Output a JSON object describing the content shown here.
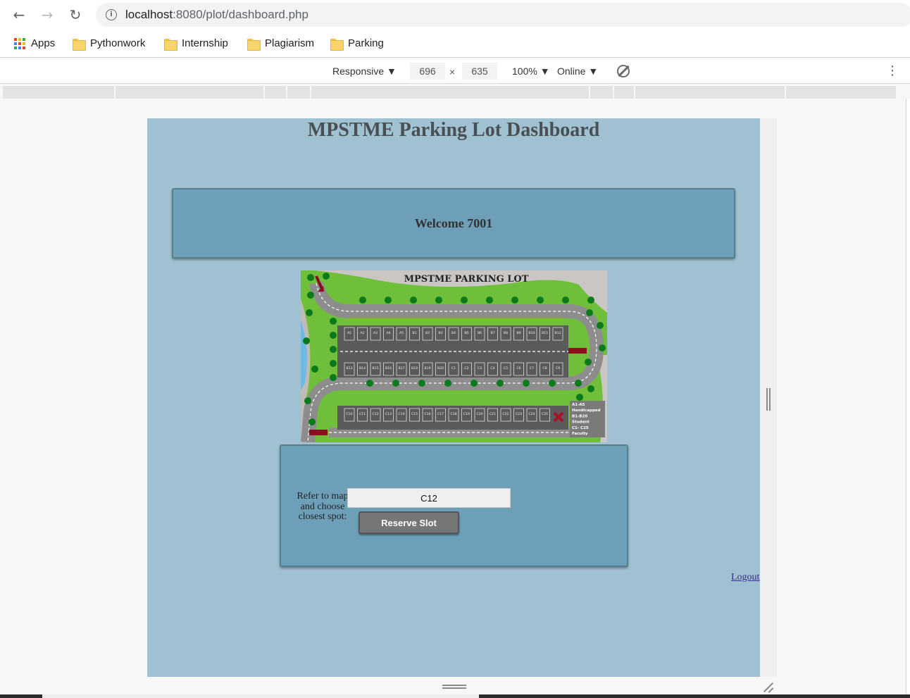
{
  "browser": {
    "url_host": "localhost",
    "url_path": ":8080/plot/dashboard.php"
  },
  "bookmarks": [
    {
      "label": "Apps"
    },
    {
      "label": "Pythonwork"
    },
    {
      "label": "Internship"
    },
    {
      "label": "Plagiarism"
    },
    {
      "label": "Parking"
    }
  ],
  "devtools": {
    "device": "Responsive",
    "width": "696",
    "times": "×",
    "height": "635",
    "zoom": "100%",
    "network": "Online"
  },
  "page": {
    "title": "MPSTME Parking Lot Dashboard",
    "welcome": "Welcome 7001",
    "map": {
      "title": "MPSTME PARKING LOT",
      "row1": [
        "A1",
        "A2",
        "A3",
        "A4",
        "A5",
        "B1",
        "B2",
        "B3",
        "B4",
        "B5",
        "B6",
        "B7",
        "B8",
        "B9",
        "B10",
        "B11",
        "B12"
      ],
      "row2": [
        "B13",
        "B14",
        "B15",
        "B16",
        "B17",
        "B18",
        "B19",
        "B20",
        "C1",
        "C2",
        "C3",
        "C4",
        "C5",
        "C6",
        "C7",
        "C8",
        "C9"
      ],
      "row3": [
        "C10",
        "C11",
        "C12",
        "C13",
        "C14",
        "C15",
        "C16",
        "C17",
        "C18",
        "C19",
        "C20",
        "C21",
        "C22",
        "C23",
        "C24",
        "C25"
      ],
      "legend": [
        "A1-A5",
        "Handicapped",
        "B1-B20",
        "Student",
        "C1- C25",
        "Faculty"
      ]
    },
    "refer_label": "Refer to map and choose closest spot:",
    "slot_value": "C12",
    "reserve_label": "Reserve Slot",
    "logout_label": "Logout"
  }
}
